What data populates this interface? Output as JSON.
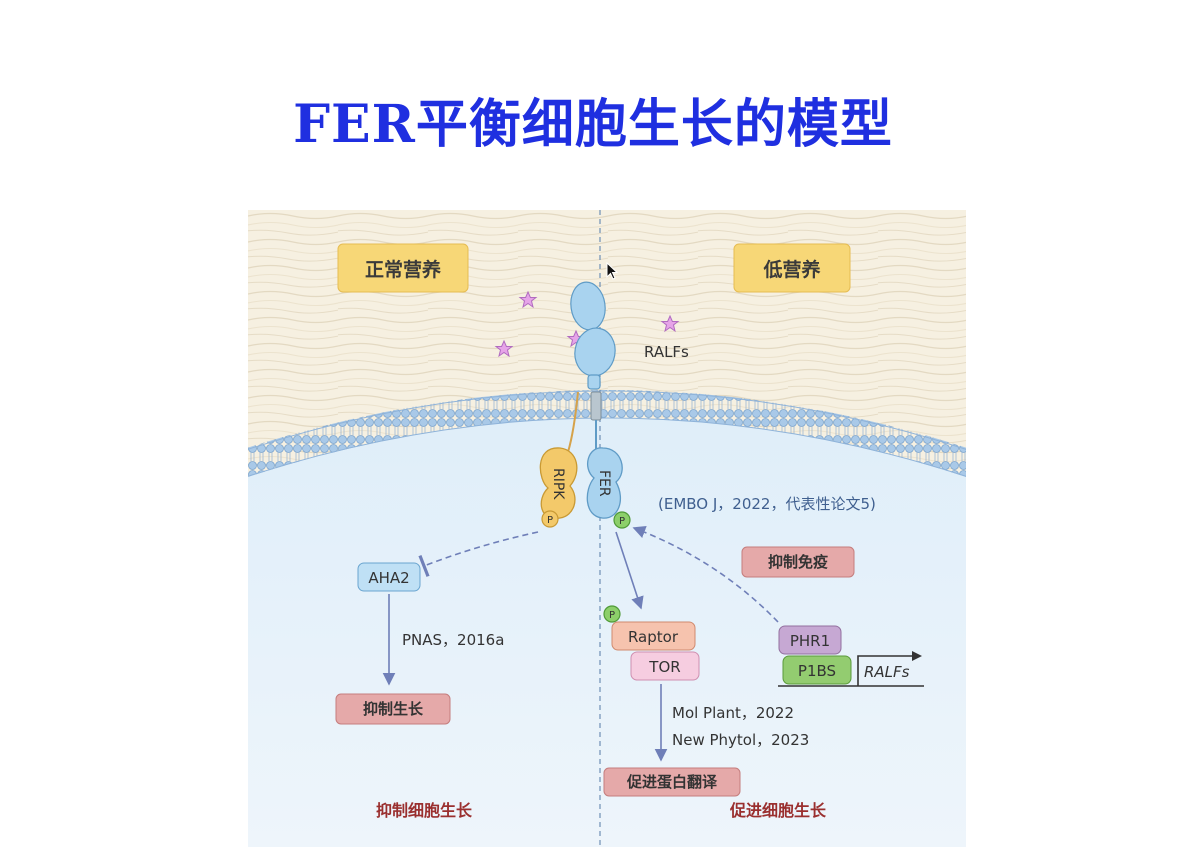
{
  "title": "FER平衡细胞生长的模型",
  "diagram": {
    "left_condition": "正常营养",
    "right_condition": "低营养",
    "ralfs": "RALFs",
    "ripk": "RIPK",
    "fer": "FER",
    "p": "P",
    "citation_embo": "(EMBO J，2022，代表性论文5)",
    "immunity_box": "抑制免疫",
    "aha2": "AHA2",
    "citation_pnas": "PNAS，2016a",
    "growth_inhibit_box": "抑制生长",
    "raptor": "Raptor",
    "tor": "TOR",
    "citation_molplant": "Mol Plant，2022",
    "citation_newphytol": "New Phytol，2023",
    "translation_box": "促进蛋白翻译",
    "phr1": "PHR1",
    "p1bs": "P1BS",
    "ralfs_gene": "RALFs",
    "left_outcome": "抑制细胞生长",
    "right_outcome": "促进细胞生长"
  },
  "colors": {
    "title": "#1f2fe0",
    "condition_box": "#f7d777",
    "outcome_box": "#e5a9a9",
    "outcome_text": "#9a2f2f",
    "receptor_blue": "#a9d3ef",
    "ripk_yellow": "#f3c96a",
    "phosphate_green": "#8ccf6a",
    "raptor_peach": "#f6c3ae",
    "tor_pink": "#f6cde0",
    "phr1_purple": "#c6a8d3",
    "p1bs_green": "#93cc70"
  }
}
